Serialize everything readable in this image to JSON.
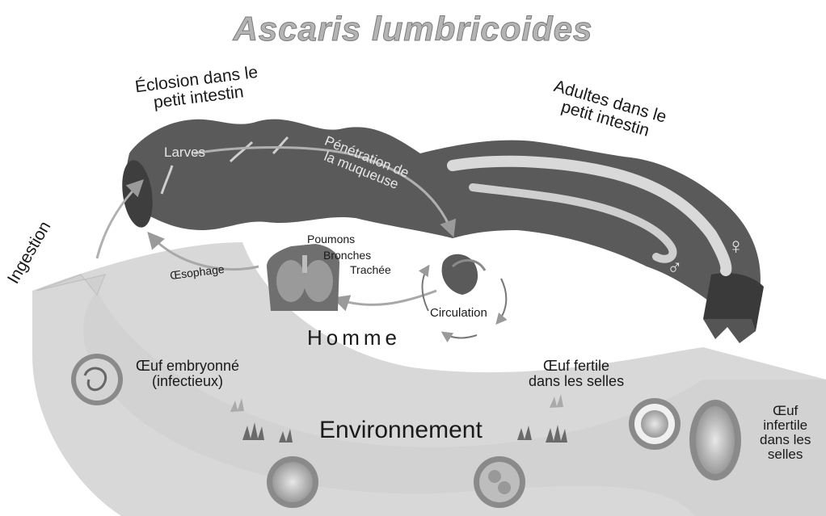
{
  "title": "Ascaris lumbricoides",
  "labels": {
    "eclosion": "Éclosion dans le\npetit intestin",
    "adultes": "Adultes dans le\npetit intestin",
    "larves": "Larves",
    "penetration": "Pénétration de\nla muqueuse",
    "ingestion": "Ingestion",
    "poumons": "Poumons",
    "bronches": "Bronches",
    "trachee": "Trachée",
    "oesophage": "Œsophage",
    "circulation": "Circulation",
    "homme": "Homme",
    "oeuf_embryonne": "Œuf embryonné\n(infectieux)",
    "oeuf_fertile": "Œuf fertile\ndans les selles",
    "oeuf_infertile": "Œuf\ninfertile\ndans les\nselles",
    "environnement": "Environnement",
    "male_symbol": "♂",
    "female_symbol": "♀"
  },
  "colors": {
    "intestine": "#5c5c5c",
    "intestine_dark": "#3a3a3a",
    "environment_band": "#d6d6d6",
    "arrow": "#a8a8a8",
    "title_fill": "#b4b4b4"
  }
}
